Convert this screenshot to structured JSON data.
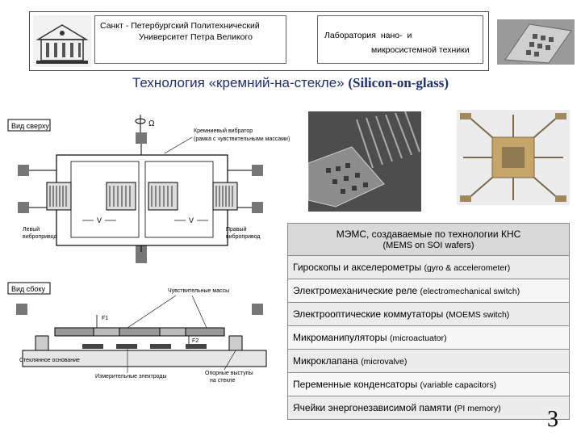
{
  "header": {
    "university_line1": "Санкт - Петербургский Политехнический",
    "university_line2": "Университет Петра Великого",
    "lab_line1": "Лаборатория нано- и",
    "lab_line2": "микросистемной техники"
  },
  "title": {
    "russian": "Технология «кремний-на-стекле»",
    "english": "(Silicon-on-glass)"
  },
  "schematic": {
    "top_view_label": "Вид сверху",
    "omega": "Ω",
    "vibrator_label_1": "Кремниевый вибратор",
    "vibrator_label_2": "(рамка с чувствительными массами)",
    "left_comb_1": "Левый",
    "left_comb_2": "вибропривод",
    "right_comb_1": "Правый",
    "right_comb_2": "вибропривод",
    "v_left": "V",
    "v_right": "V",
    "side_view_label": "Вид сбоку",
    "sensitive_masses": "Чувствительные массы",
    "f1": "F1",
    "f2": "F2",
    "glass_base": "Стеклянное основание",
    "measuring_electrodes": "Измерительные электроды",
    "supports_1": "Опорные выступы",
    "supports_2": "на стекле"
  },
  "table": {
    "header_ru": "МЭМС, создаваемые по технологии КНС",
    "header_en": "(MEMS on SOI wafers)",
    "rows": [
      {
        "ru": "Гироскопы и акселерометры",
        "en": "(gyro & accelerometer)"
      },
      {
        "ru": "Электромеханические реле",
        "en": "(electromechanical switch)"
      },
      {
        "ru": "Электрооптические коммутаторы",
        "en": "(MOEMS switch)"
      },
      {
        "ru": "Микроманипуляторы",
        "en": "(microactuator)"
      },
      {
        "ru": "Микроклапана",
        "en": "(microvalve)"
      },
      {
        "ru": "Переменные конденсаторы",
        "en": "(variable capacitors)"
      },
      {
        "ru": "Ячейки энергонезависимой памяти",
        "en": "(PI memory)"
      }
    ]
  },
  "page_number": "3"
}
